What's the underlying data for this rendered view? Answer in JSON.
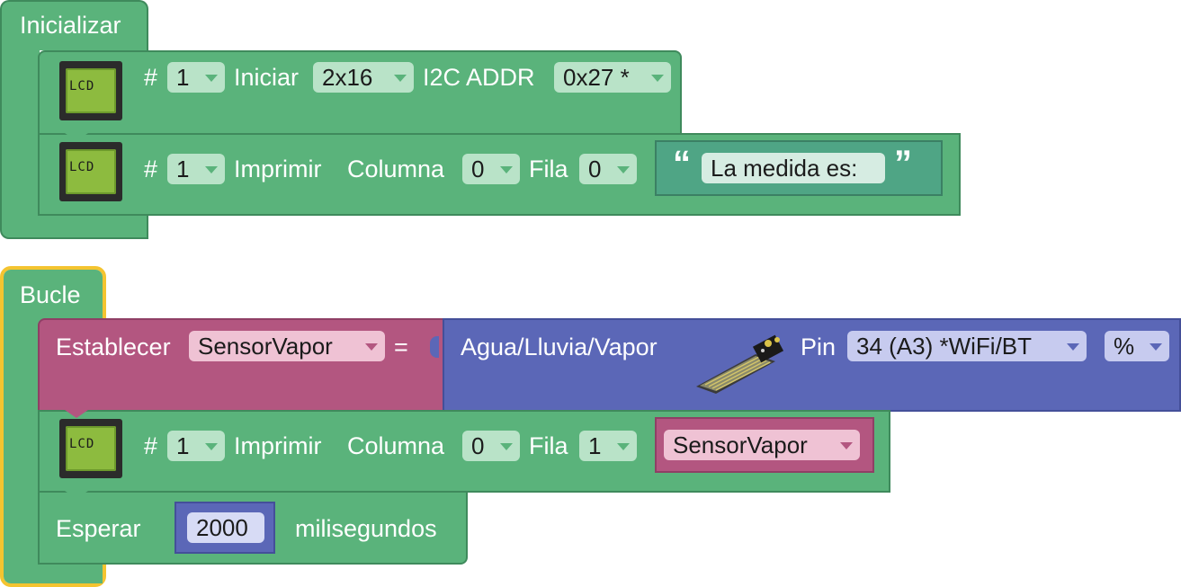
{
  "init_block": {
    "title": "Inicializar",
    "lcd_init": {
      "icon_text": "LCD",
      "hash": "#",
      "lcd_number": "1",
      "action": "Iniciar",
      "size": "2x16",
      "i2c_label": "I2C ADDR",
      "address": "0x27 *"
    },
    "lcd_print": {
      "icon_text": "LCD",
      "hash": "#",
      "lcd_number": "1",
      "action": "Imprimir",
      "column_label": "Columna",
      "column_value": "0",
      "row_label": "Fila",
      "row_value": "0",
      "open_quote": "“",
      "text_value": "La medida es:",
      "close_quote": "”"
    }
  },
  "loop_block": {
    "title": "Bucle",
    "set_var": {
      "label": "Establecer",
      "variable": "SensorVapor",
      "equals": "=",
      "sensor_label": "Agua/Lluvia/Vapor",
      "pin_label": "Pin",
      "pin_value": "34 (A3) *WiFi/BT",
      "unit_value": "%"
    },
    "lcd_print": {
      "icon_text": "LCD",
      "hash": "#",
      "lcd_number": "1",
      "action": "Imprimir",
      "column_label": "Columna",
      "column_value": "0",
      "row_label": "Fila",
      "row_value": "1",
      "variable": "SensorVapor"
    },
    "wait": {
      "label": "Esperar",
      "value": "2000",
      "unit": "milisegundos"
    }
  },
  "colors": {
    "green_block": "#5ab37b",
    "text_block": "#4fa585",
    "variable_block": "#b35680",
    "sensor_block": "#5b67b7",
    "selected_outline": "#f4c430"
  }
}
